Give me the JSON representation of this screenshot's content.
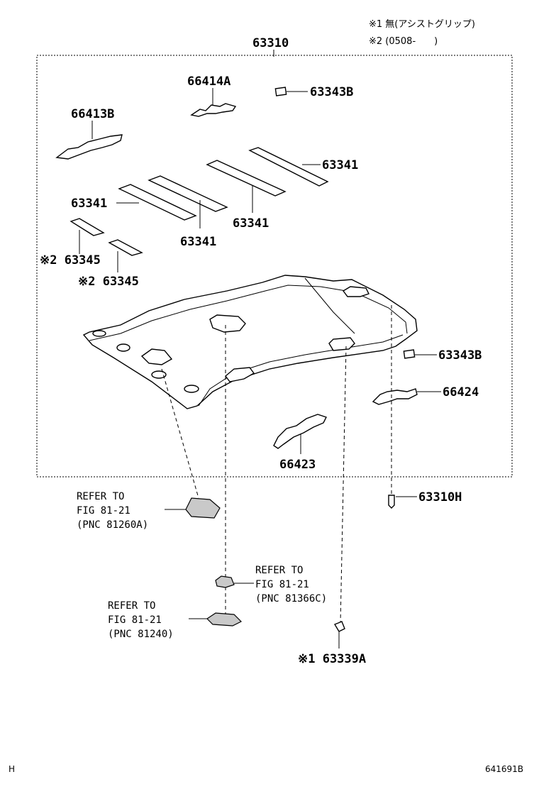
{
  "notes": {
    "note1": "※1 無(アシストグリップ)",
    "note2": "※2 (0508-　　)"
  },
  "assembly_label": "63310",
  "labels": {
    "p66414A": "66414A",
    "p63343B_top": "63343B",
    "p66413B": "66413B",
    "p63341_r1": "63341",
    "p63341_l": "63341",
    "p63341_m2": "63341",
    "p63341_m1": "63341",
    "p63345_a": "※2 63345",
    "p63345_b": "※2 63345",
    "p63343B_right": "63343B",
    "p66424": "66424",
    "p66423": "66423",
    "p63310H": "63310H",
    "p63339A": "※1 63339A"
  },
  "refs": {
    "ref1": {
      "line1": "REFER TO",
      "line2": "FIG 81-21",
      "line3": "(PNC 81260A)"
    },
    "ref2": {
      "line1": "REFER TO",
      "line2": "FIG 81-21",
      "line3": "(PNC 81366C)"
    },
    "ref3": {
      "line1": "REFER TO",
      "line2": "FIG 81-21",
      "line3": "(PNC 81240)"
    }
  },
  "footer": {
    "left": "H",
    "right": "641691B"
  }
}
